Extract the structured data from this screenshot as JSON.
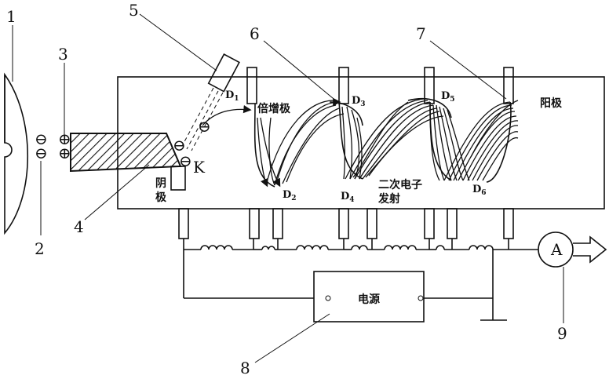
{
  "callouts": [
    "1",
    "2",
    "3",
    "4",
    "5",
    "6",
    "7",
    "8",
    "9"
  ],
  "dynode_labels": [
    "D",
    "D",
    "D",
    "D",
    "D",
    "D"
  ],
  "dynode_subs": [
    "1",
    "2",
    "3",
    "4",
    "5",
    "6"
  ],
  "texts": {
    "multiplier": "倍增极",
    "anode": "阳极",
    "cathode_1": "阴",
    "cathode_2": "极",
    "cathode_k": "K",
    "secondary_1": "二次电子",
    "secondary_2": "发射",
    "power": "电源",
    "ammeter": "A"
  },
  "symbols": {
    "plus": "⊕",
    "minus": "⊖"
  }
}
